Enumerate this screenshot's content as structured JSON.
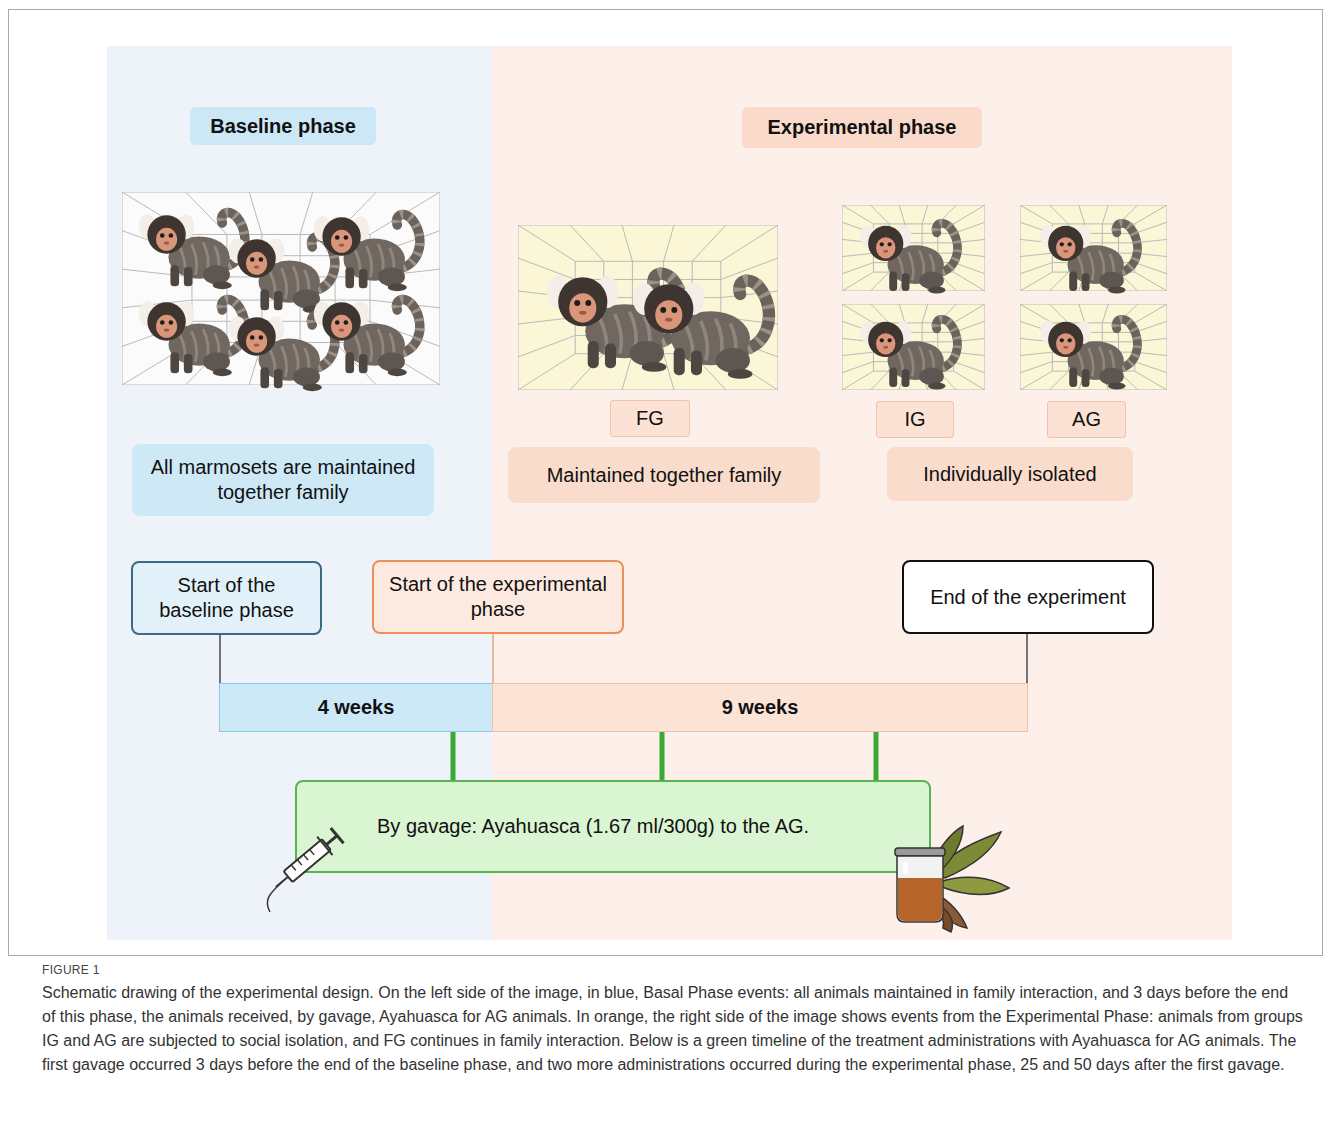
{
  "diagram": {
    "caption": "Schematic drawing of the experimental design. On the left side of the image, in blue, Basal Phase events: all animals maintained in family interaction, and 3 days before the end of this phase, the animals received, by gavage, Ayahuasca for AG animals. In orange, the right side of the image shows events from the Experimental Phase: animals from groups IG and AG are subjected to social isolation, and FG continues in family interaction. Below is a green timeline of the treatment administrations with Ayahuasca for AG animals. The first gavage occurred 3 days before the end of the baseline phase, and two more administrations occurred during the experimental phase, 25 and 50 days after the first gavage.",
    "nodes": [
      {
        "text": [
          "Baseline phase"
        ]
      },
      {
        "text": [
          "Experimental phase"
        ]
      },
      {
        "text": [
          "FG"
        ]
      },
      {
        "text": [
          "IG"
        ]
      },
      {
        "text": [
          "AG"
        ]
      },
      {
        "text": [
          "All marmosets are maintained together family"
        ]
      },
      {
        "text": [
          "Maintained together family"
        ]
      },
      {
        "text": [
          "Individually isolated"
        ]
      },
      {
        "text": [
          "Start of the baseline phase"
        ]
      },
      {
        "text": [
          "Start of the experimental phase"
        ]
      },
      {
        "text": [
          "End of the experiment"
        ]
      },
      {
        "text": [
          "4 weeks"
        ]
      },
      {
        "text": [
          "9 weeks"
        ]
      },
      {
        "text": [
          "By gavage: Ayahuasca (1.67 ml/300g) to the AG."
        ]
      }
    ],
    "edges": [
      {
        "from": 8,
        "to": 11,
        "arrow": "none"
      },
      {
        "from": 9,
        "to": 12,
        "arrow": "none"
      },
      {
        "from": 10,
        "to": 12,
        "arrow": "none"
      },
      {
        "from": 11,
        "to": 13,
        "arrow": "none"
      },
      {
        "from": 12,
        "to": 13,
        "arrow": "none"
      },
      {
        "from": 12,
        "to": 13,
        "arrow": "none"
      }
    ],
    "labels": [
      "FIGURE 1"
    ]
  }
}
